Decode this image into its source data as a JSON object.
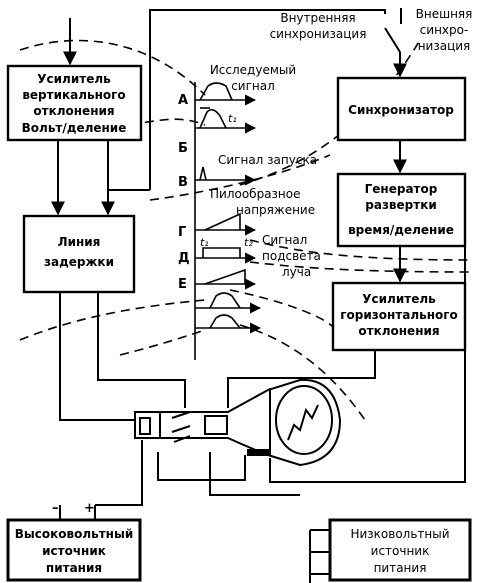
{
  "blocks": {
    "vamp": {
      "l1": "Усилитель",
      "l2": "вертикального",
      "l3": "отклонения",
      "l4": "Вольт/деление"
    },
    "delay": {
      "l1": "Линия",
      "l2": "задержки"
    },
    "sync": {
      "l1": "Синхронизатор"
    },
    "gen": {
      "l1": "Генератор",
      "l2": "развертки",
      "l3": "время/деление"
    },
    "hamp": {
      "l1": "Усилитель",
      "l2": "горизонтального",
      "l3": "отклонения"
    },
    "hv": {
      "l1": "Высоковольтный",
      "l2": "источник",
      "l3": "питания"
    },
    "lv": {
      "l1": "Низковольтный",
      "l2": "источник",
      "l3": "питания"
    }
  },
  "switch": {
    "internal_l1": "Внутренняя",
    "internal_l2": "синхронизация",
    "external_l1": "Внешняя",
    "external_l2": "синхро-",
    "external_l3": "низация"
  },
  "signals": {
    "A": "А",
    "B": "Б",
    "V": "В",
    "G": "Г",
    "D": "Д",
    "E": "Е",
    "investigated_l1": "Исследуемый",
    "investigated_l2": "сигнал",
    "trigger": "Сигнал запуска",
    "saw_l1": "Пилообразное",
    "saw_l2": "напряжение",
    "beam_l1": "Сигнал",
    "beam_l2": "подсвета",
    "beam_l3": "луча",
    "t1": "t₁",
    "t1b": "t₁",
    "t2": "t₂"
  },
  "polarity": {
    "minus": "–",
    "plus": "+"
  }
}
